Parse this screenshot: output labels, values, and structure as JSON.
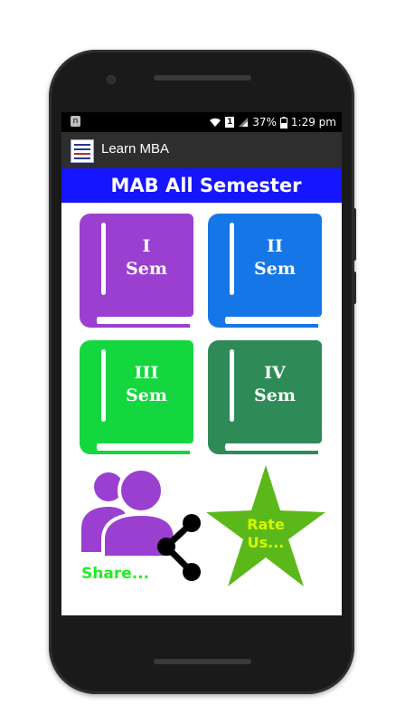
{
  "status_bar": {
    "notification_icon": "n-icon",
    "sim_label": "1",
    "battery": "37%",
    "time": "1:29 pm"
  },
  "action_bar": {
    "app_title": "Learn MBA",
    "app_icon": "app-logo"
  },
  "banner": {
    "title": "MAB All Semester",
    "color": "#1515ff"
  },
  "semesters": [
    {
      "line1": "I",
      "line2": "Sem",
      "color": "#9a3fd0"
    },
    {
      "line1": "II",
      "line2": "Sem",
      "color": "#1576e8"
    },
    {
      "line1": "III",
      "line2": "Sem",
      "color": "#14d63f"
    },
    {
      "line1": "IV",
      "line2": "Sem",
      "color": "#2e8b57"
    }
  ],
  "share": {
    "label": "Share...",
    "people_color": "#9a3fd0",
    "label_color": "#22ee22"
  },
  "rate": {
    "line1": "Rate",
    "line2": "Us...",
    "star_color": "#5bb81a",
    "text_color": "#d7f700"
  }
}
